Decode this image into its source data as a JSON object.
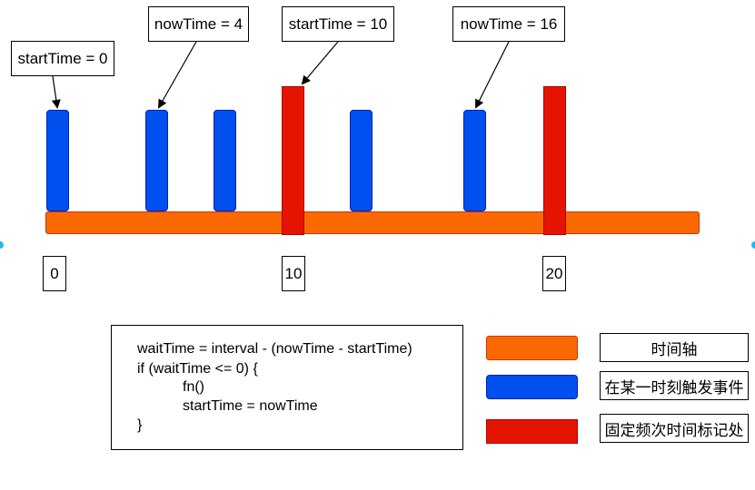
{
  "annotations": {
    "start0": "startTime = 0",
    "now4": "nowTime = 4",
    "start10": "startTime = 10",
    "now16": "nowTime = 16"
  },
  "ticks": {
    "t0": "0",
    "t10": "10",
    "t20": "20"
  },
  "code": {
    "line1": "waitTime = interval - (nowTime - startTime)",
    "line2": "if (waitTime <= 0) {",
    "line3": "fn()",
    "line4": "startTime = nowTime",
    "line5": "}"
  },
  "legend": {
    "timeline": "时间轴",
    "event": "在某一时刻触发事件",
    "mark": "固定频次时间标记处"
  },
  "colors": {
    "timeline": "#fa6800",
    "event": "#0050ef",
    "mark": "#e51400"
  }
}
